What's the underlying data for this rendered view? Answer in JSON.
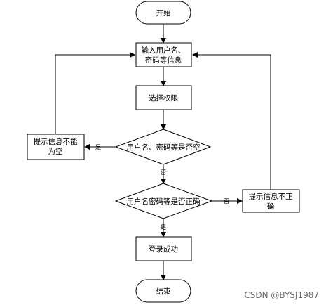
{
  "nodes": {
    "start": "开始",
    "input_line1": "输入用户名、",
    "input_line2": "密码等信息",
    "select_permission": "选择权限",
    "decision_empty": "用户名、密码等是否空",
    "prompt_empty_line1": "提示信息不能",
    "prompt_empty_line2": "为空",
    "decision_correct": "用户名密码等是否正确",
    "prompt_incorrect_line1": "提示信息不正",
    "prompt_incorrect_line2": "确",
    "login_success": "登录成功",
    "end": "结束"
  },
  "edges": {
    "empty_yes": "是",
    "empty_no": "否",
    "correct_no": "否",
    "correct_yes": "是"
  },
  "watermark": "CSDN @BYSJ1987"
}
